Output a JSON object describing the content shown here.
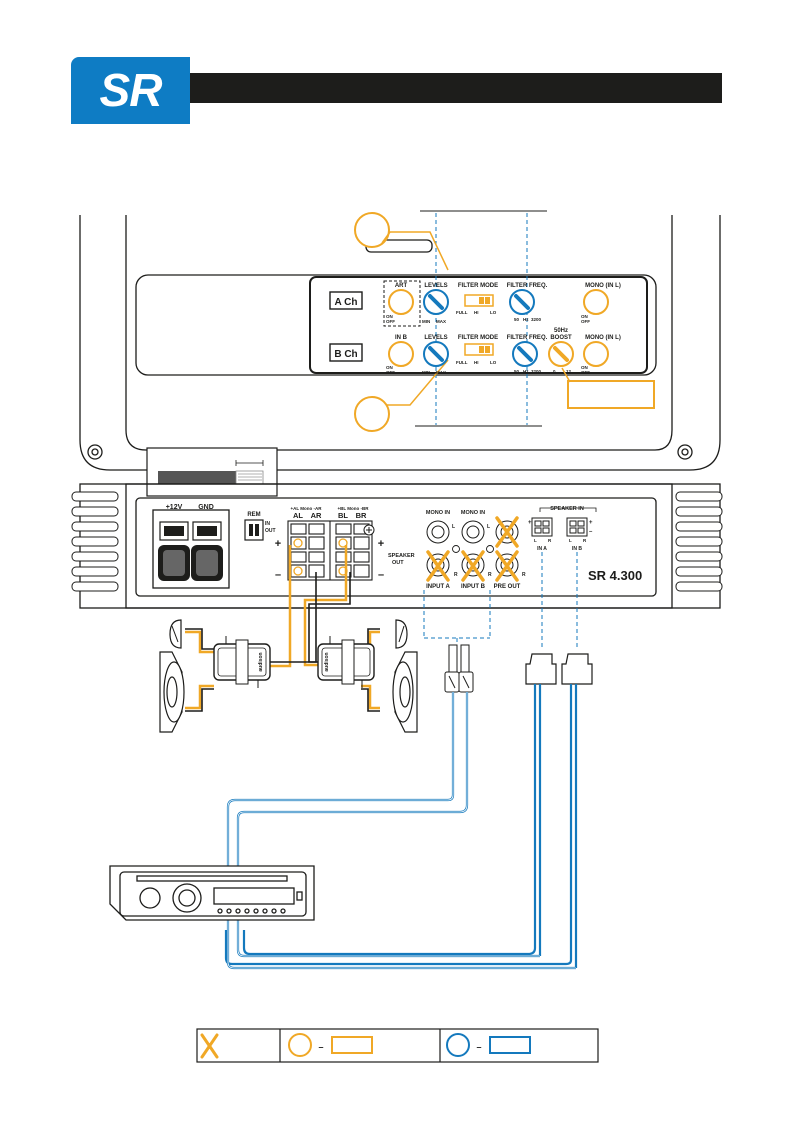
{
  "brand": {
    "logo_text": "SR"
  },
  "panel": {
    "ch_a": "A Ch",
    "ch_b": "B Ch",
    "art": "ART",
    "in_b": "IN B",
    "levels": "LEVELS",
    "filter_mode": "FILTER MODE",
    "filter_freq": "FILTER FREQ.",
    "mono_in_l": "MONO (IN L)",
    "boost_hz": "50Hz",
    "boost": "BOOST",
    "on": "ON",
    "off": "OFF",
    "min": "MIN",
    "max": "MAX",
    "full": "FULL",
    "hi": "HI",
    "lo": "LO",
    "freq_50": "50",
    "freq_hz": "Hz",
    "freq_3200": "3200",
    "boost_0": "0",
    "boost_12": "12"
  },
  "amp": {
    "power_12v": "+12V",
    "gnd": "GND",
    "rem": "REM",
    "rem_in": "IN",
    "rem_out": "OUT",
    "mono_al_ar": "+AL Mono -AR",
    "mono_bl_br": "+BL Mono -BR",
    "al": "AL",
    "ar": "AR",
    "bl": "BL",
    "br": "BR",
    "plus": "+",
    "minus": "–",
    "speaker_out_1": "SPEAKER",
    "speaker_out_2": "OUT",
    "mono_in": "MONO IN",
    "l": "L",
    "r": "R",
    "input_a": "INPUT A",
    "input_b": "INPUT B",
    "pre_out": "PRE OUT",
    "speaker_in": "SPEAKER IN",
    "in_a": "IN A",
    "in_b": "IN B",
    "model": "SR 4.300"
  },
  "crossover": {
    "brand_text": "audison"
  },
  "legend": {
    "dash": "–"
  },
  "colors": {
    "blue": "#1479bd",
    "orange": "#f0a826",
    "dark": "#1d1d1b"
  }
}
